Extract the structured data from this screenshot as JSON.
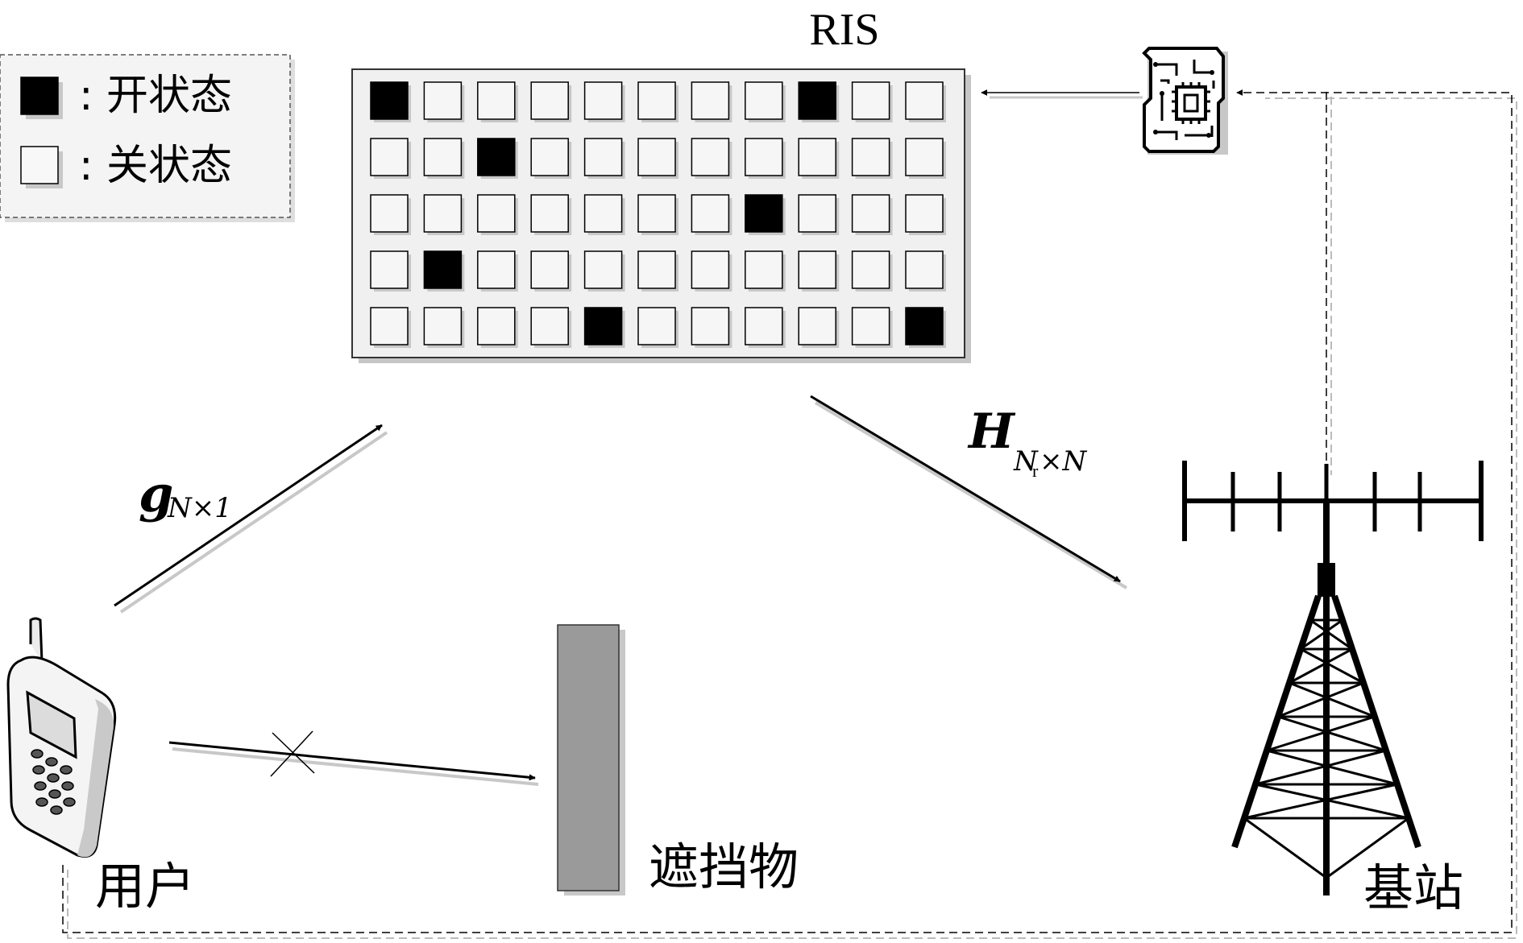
{
  "legend": {
    "on_label": ": 开状态",
    "off_label": ": 关状态"
  },
  "ris": {
    "title": "RIS",
    "rows": 5,
    "cols": 11,
    "on_cells": [
      [
        0,
        0
      ],
      [
        0,
        8
      ],
      [
        1,
        2
      ],
      [
        2,
        7
      ],
      [
        3,
        1
      ],
      [
        4,
        4
      ],
      [
        4,
        10
      ]
    ]
  },
  "links": {
    "g_symbol": "g",
    "g_subscript": "N×1",
    "h_symbol": "H",
    "h_sub_main": "N",
    "h_sub_index": "r",
    "h_sub_rest": "×N"
  },
  "labels": {
    "user": "用户",
    "obstacle": "遮挡物",
    "base_station": "基站"
  },
  "colors": {
    "on": "#000000",
    "off_face": "#f6f6f6",
    "panel_face": "#f0f0f0",
    "obstacle": "#9a9a9a",
    "shadow": "#c8c8c8"
  }
}
